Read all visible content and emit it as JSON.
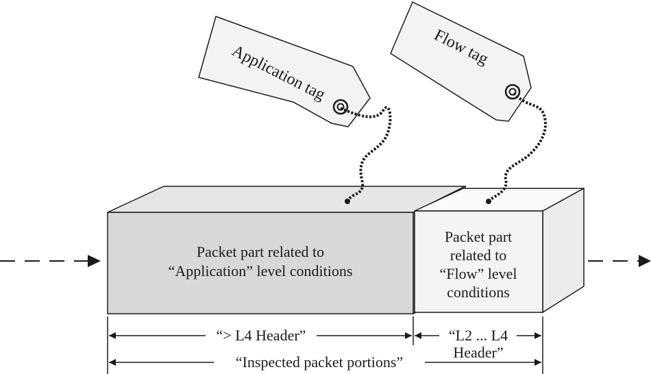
{
  "tags": {
    "application": "Application tag",
    "flow": "Flow tag"
  },
  "blocks": {
    "application": {
      "line1": "Packet part related to",
      "line2": "“Application” level conditions"
    },
    "flow": {
      "line1": "Packet part",
      "line2": "related to",
      "line3": "“Flow” level",
      "line4": "conditions"
    }
  },
  "dimensions": {
    "l4_header": "“> L4 Header”",
    "l2_l4_line1": "“L2 ... L4",
    "l2_l4_line2": "Header”",
    "inspected": "“Inspected packet portions”"
  },
  "colors": {
    "app_front": "#d8d8d8",
    "app_top": "#e6e6e6",
    "app_side": "#cfcfcf",
    "flow_front": "#f4f4f4",
    "flow_top": "#fafafa",
    "flow_side": "#ececec",
    "tag_fill": "#f3f3f3",
    "stroke": "#1a1a1a"
  }
}
